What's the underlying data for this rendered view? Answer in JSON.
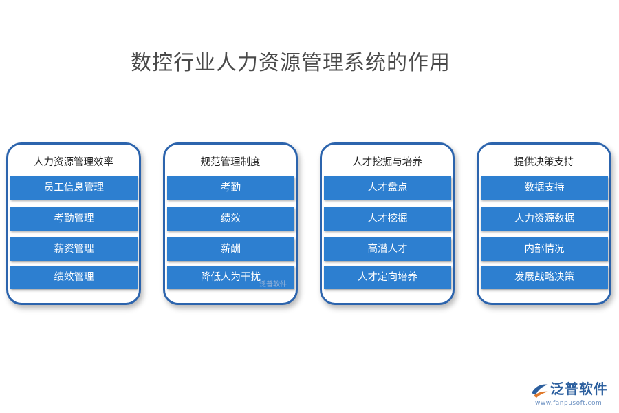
{
  "title": "数控行业人力资源管理系统的作用",
  "cards": [
    {
      "heading": "人力资源管理效率",
      "items": [
        "员工信息管理",
        "考勤管理",
        "薪资管理",
        "绩效管理"
      ]
    },
    {
      "heading": "规范管理制度",
      "items": [
        "考勤",
        "绩效",
        "薪酬",
        "降低人为干扰"
      ]
    },
    {
      "heading": "人才挖掘与培养",
      "items": [
        "人才盘点",
        "人才挖掘",
        "高潜人才",
        "人才定向培养"
      ]
    },
    {
      "heading": "提供决策支持",
      "items": [
        "数据支持",
        "人力资源数据",
        "内部情况",
        "发展战略决策"
      ]
    }
  ],
  "watermark_small": "泛普软件",
  "logo": {
    "name": "泛普软件",
    "url": "www.fanpusoft.com"
  },
  "colors": {
    "card_border": "#2c64ad",
    "item_fill": "#2d7fd0",
    "title_text": "#4a4a4a"
  }
}
